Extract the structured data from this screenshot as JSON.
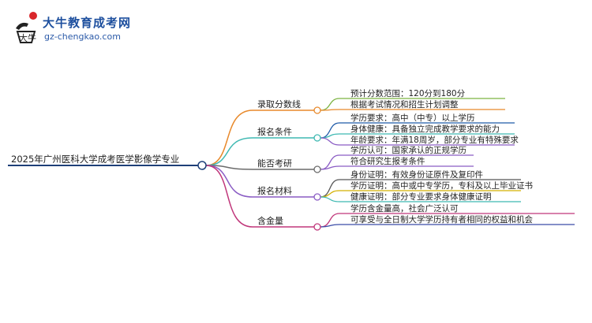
{
  "logo": {
    "name": "大牛教育成考网",
    "url": "gz-chengkao.com",
    "mark_text": "大牛"
  },
  "root": {
    "label": "2025年广州医科大学成考医学影像学专业"
  },
  "branches": [
    {
      "label": "录取分数线",
      "color": "#e8892b",
      "leaves": [
        "预计分数范围：120分到180分",
        "根据考试情况和招生计划调整"
      ]
    },
    {
      "label": "报名条件",
      "color": "#3fb9b2",
      "leaves": [
        "学历要求：高中（中专）以上学历",
        "身体健康：具备独立完成教学要求的能力",
        "年龄要求：年满18周岁，部分专业有特殊要求"
      ]
    },
    {
      "label": "能否考研",
      "color": "#6b6b6b",
      "leaves": [
        "学历认可：国家承认的正规学历",
        "符合研究生报考条件"
      ]
    },
    {
      "label": "报名材料",
      "color": "#8a5cc4",
      "leaves": [
        "身份证明：有效身份证原件及复印件",
        "学历证明：高中或中专学历，专科及以上毕业证书",
        "健康证明：部分专业要求身体健康证明"
      ]
    },
    {
      "label": "含金量",
      "color": "#c0367a",
      "leaves": [
        "学历含金量高，社会广泛认可",
        "可享受与全日制大学学历持有者相同的权益和机会"
      ]
    }
  ],
  "leaf_colors": {
    "0": [
      "#7cb342",
      "#e8892b"
    ],
    "1": [
      "#1e5aa8",
      "#3fb9b2",
      "#8a5cc4"
    ],
    "2": [
      "#8a5cc4",
      "#8a5cc4"
    ],
    "3": [
      "#555555",
      "#d4b000",
      "#3fb9b2"
    ],
    "4": [
      "#c0367a",
      "#3b4ca8"
    ]
  }
}
